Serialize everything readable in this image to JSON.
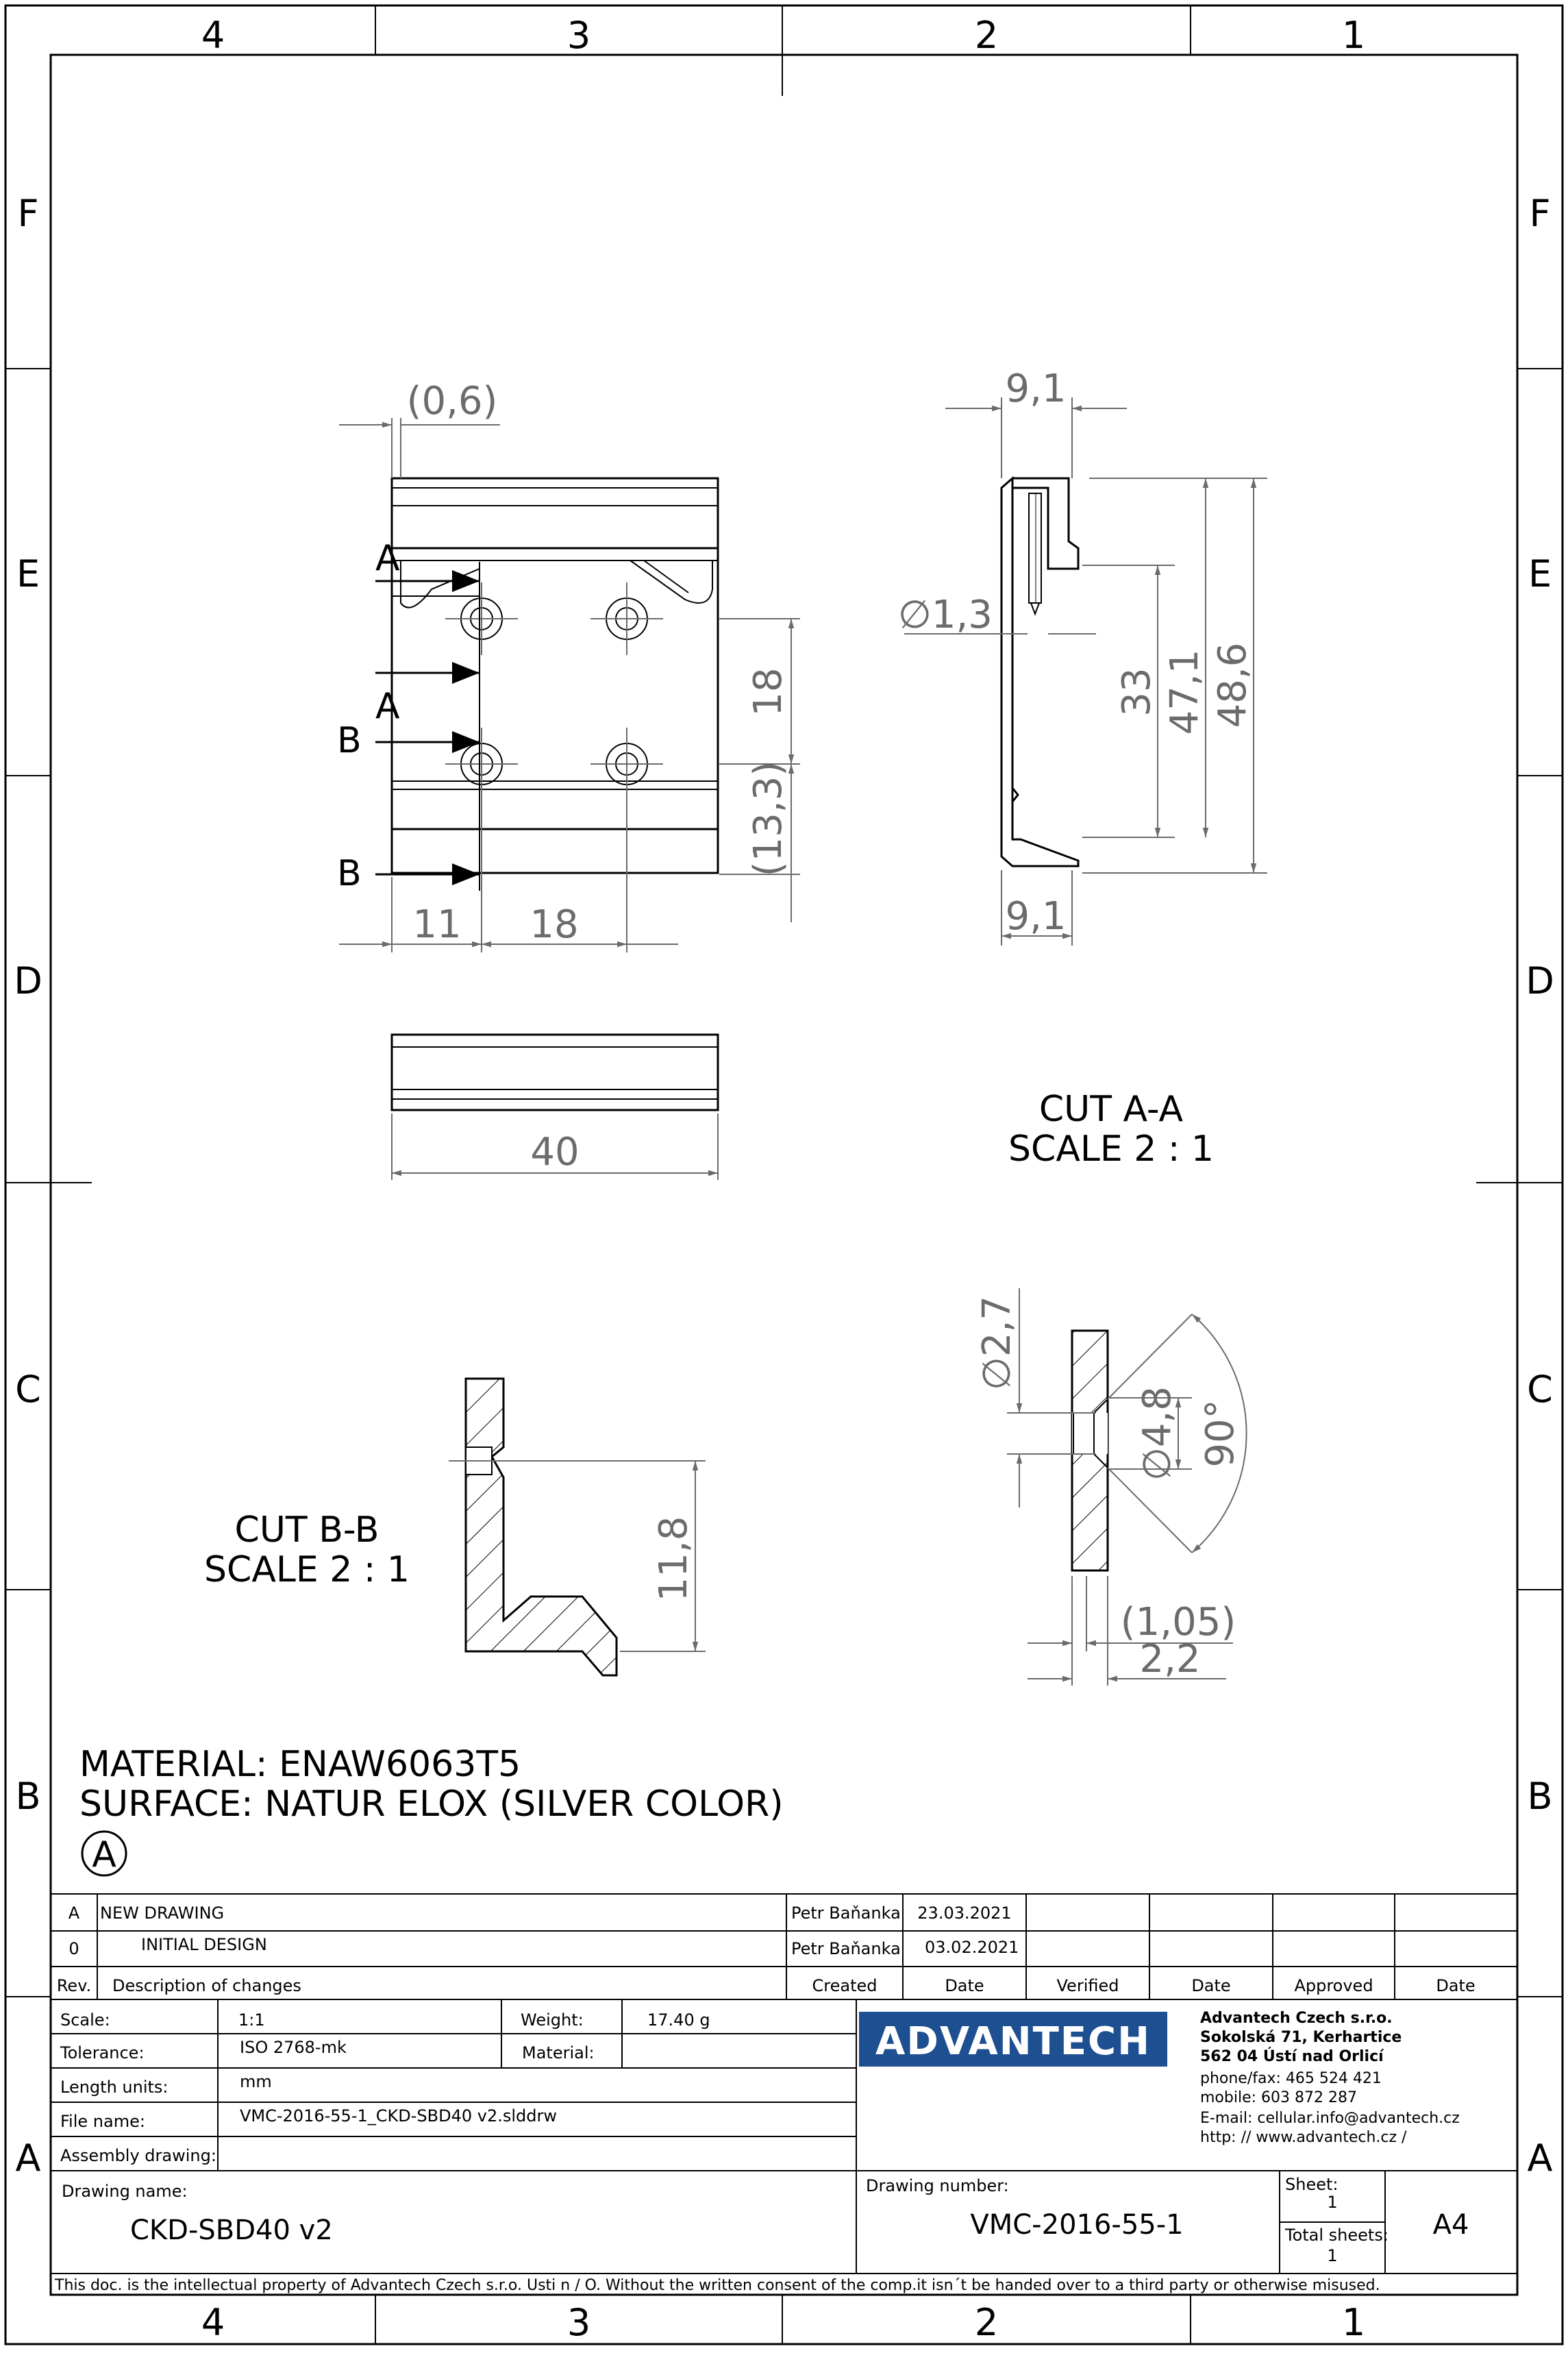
{
  "sheet": {
    "zones_columns": [
      "4",
      "3",
      "2",
      "1"
    ],
    "zones_rows": [
      "F",
      "E",
      "D",
      "C",
      "B",
      "A"
    ]
  },
  "views": {
    "front": {
      "dims": {
        "offset": "(0,6)",
        "vert_hole_pitch": "18",
        "vert_edge": "(13,3)",
        "horiz_edge": "11",
        "horiz_pitch": "18"
      },
      "section_marks": [
        "A",
        "A",
        "B",
        "B"
      ]
    },
    "bottom": {
      "dims": {
        "width": "40"
      }
    },
    "cut_aa": {
      "title": "CUT A-A",
      "scale": "SCALE 2 : 1",
      "dims": {
        "top_width": "9,1",
        "bottom_width": "9,1",
        "hole_dia": "∅1,3",
        "h33": "33",
        "h471": "47,1",
        "h486": "48,6"
      }
    },
    "cut_bb": {
      "title": "CUT B-B",
      "scale": "SCALE 2 : 1",
      "dims": {
        "height": "11,8"
      }
    },
    "detail": {
      "dims": {
        "dia27": "∅2,7",
        "dia48": "∅4,8",
        "angle": "90°",
        "w105": "(1,05)",
        "w22": "2,2"
      }
    }
  },
  "notes": {
    "material": "MATERIAL: ENAW6063T5",
    "surface": "SURFACE:  NATUR ELOX (SILVER COLOR)",
    "revision_symbol": "A"
  },
  "revisions": {
    "rows": [
      {
        "rev": "A",
        "description": "NEW DRAWING",
        "created": "Petr Baňanka",
        "date": "23.03.2021"
      },
      {
        "rev": "0",
        "description": "INITIAL DESIGN",
        "created": "Petr Baňanka",
        "date": "03.02.2021"
      }
    ],
    "headers": {
      "rev": "Rev.",
      "description": "Description of changes",
      "created": "Created",
      "date1": "Date",
      "verified": "Verified",
      "date2": "Date",
      "approved": "Approved",
      "date3": "Date"
    }
  },
  "title_block": {
    "scale_label": "Scale:",
    "scale_value": "1:1",
    "weight_label": "Weight:",
    "weight_value": "17.40 g",
    "tolerance_label": "Tolerance:",
    "tolerance_value": "ISO 2768-mk",
    "material_label": "Material:",
    "length_label": "Length units:",
    "length_value": "mm",
    "file_label": "File name:",
    "file_value": "VMC-2016-55-1_CKD-SBD40 v2.slddrw",
    "assembly_label": "Assembly drawing:",
    "drawing_name_label": "Drawing name:",
    "drawing_name_value": "CKD-SBD40 v2",
    "drawing_number_label": "Drawing number:",
    "drawing_number_value": "VMC-2016-55-1",
    "sheet_label": "Sheet:",
    "sheet_value": "1",
    "total_sheets_label": "Total sheets:",
    "total_sheets_value": "1",
    "format": "A4",
    "logo": "ADVANTECH",
    "company": {
      "name": "Advantech Czech s.r.o.",
      "street": "Sokolská 71, Kerhartice",
      "city": "562 04 Ústí nad Orlicí",
      "phone": "phone/fax: 465 524 421",
      "mobile": "mobile: 603 872 287",
      "email": "E-mail: cellular.info@advantech.cz",
      "web": "http: // www.advantech.cz /"
    },
    "footer": "This doc. is the intellectual property of Advantech Czech s.r.o. Usti n / O. Without the written consent of the comp.it isn´t be handed over to a third party or otherwise misused."
  },
  "colors": {
    "line": "#000000",
    "dimension": "#6b6b6b",
    "logo_bg": "#1d4f91",
    "logo_text": "#ffffff"
  }
}
